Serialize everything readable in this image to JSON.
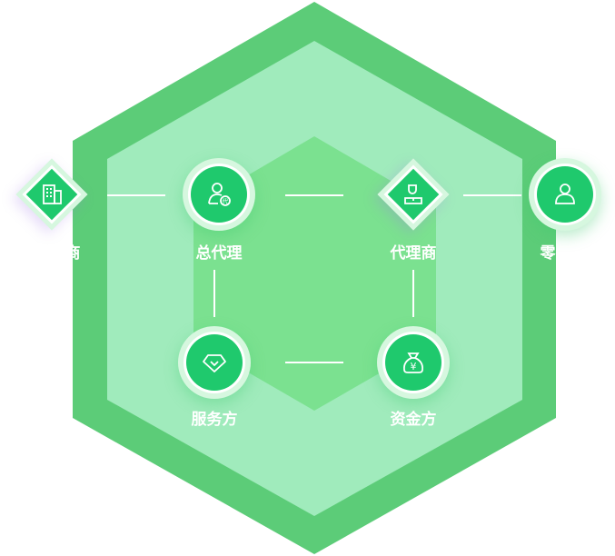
{
  "colors": {
    "outer": "#5ccc78",
    "middle": "#a0ebbc",
    "inner": "#7be190",
    "node": "#1fc96d"
  },
  "nodes": [
    {
      "label": "商",
      "icon": "building-icon"
    },
    {
      "label": "总代理",
      "icon": "agent-user-icon"
    },
    {
      "label": "代理商",
      "icon": "business-person-icon"
    },
    {
      "label": "零",
      "icon": "user-icon"
    },
    {
      "label": "服务方",
      "icon": "diamond-check-icon"
    },
    {
      "label": "资金方",
      "icon": "money-bag-icon"
    }
  ],
  "icon_text": {
    "agent_badge": "代",
    "yuan": "¥"
  }
}
